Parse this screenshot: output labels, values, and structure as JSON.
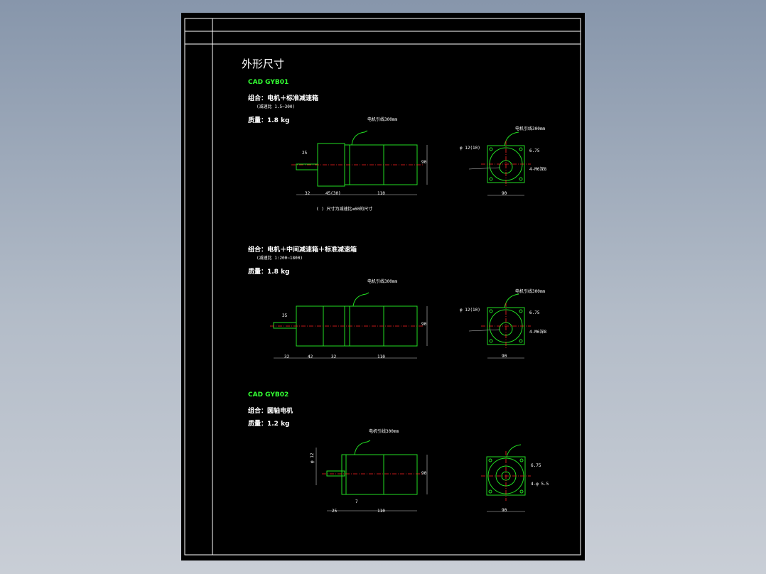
{
  "sheet": {
    "title": "外形尺寸",
    "model_1": "CAD GYB01",
    "model_2": "CAD GYB02"
  },
  "section1": {
    "combo": "组合：电机＋标准减速箱",
    "ratio": "(减速比 1.5~300)",
    "weight": "质量：1.8 kg",
    "cable": "电机引线300mm",
    "note": "( ) 尺寸为减速比≤60的尺寸",
    "dims": {
      "shaft": "25",
      "base": "32",
      "gear": "45(30)",
      "motor": "110",
      "height": "90",
      "square": "90",
      "bolt": "4-M6深8",
      "side": "6.75",
      "bore": "φ 12(10)"
    }
  },
  "section2": {
    "combo": "组合：电机＋中间减速箱＋标准减速箱",
    "ratio": "(减速比 1:200~1800)",
    "weight": "质量：1.8 kg",
    "cable": "电机引线300mm",
    "dims": {
      "shaft": "35",
      "base": "32",
      "mid": "42",
      "gear": "32",
      "motor": "110",
      "height": "90",
      "square": "90",
      "bolt": "4-M6深8",
      "side": "6.75",
      "bore": "φ 12(10)"
    }
  },
  "section3": {
    "combo": "组合：圆轴电机",
    "weight": "质量：1.2 kg",
    "cable": "电机引线300mm",
    "dims": {
      "shaft": "25",
      "step": "7",
      "motor": "110",
      "height": "90",
      "square": "90",
      "hole": "4-φ 5.5",
      "side": "6.75",
      "bore": "φ 12"
    }
  },
  "colors": {
    "background": "#000000",
    "text": "#ffffff",
    "model_text": "#33ff33",
    "outline": "#22dd22",
    "centerline": "#ff2222"
  }
}
